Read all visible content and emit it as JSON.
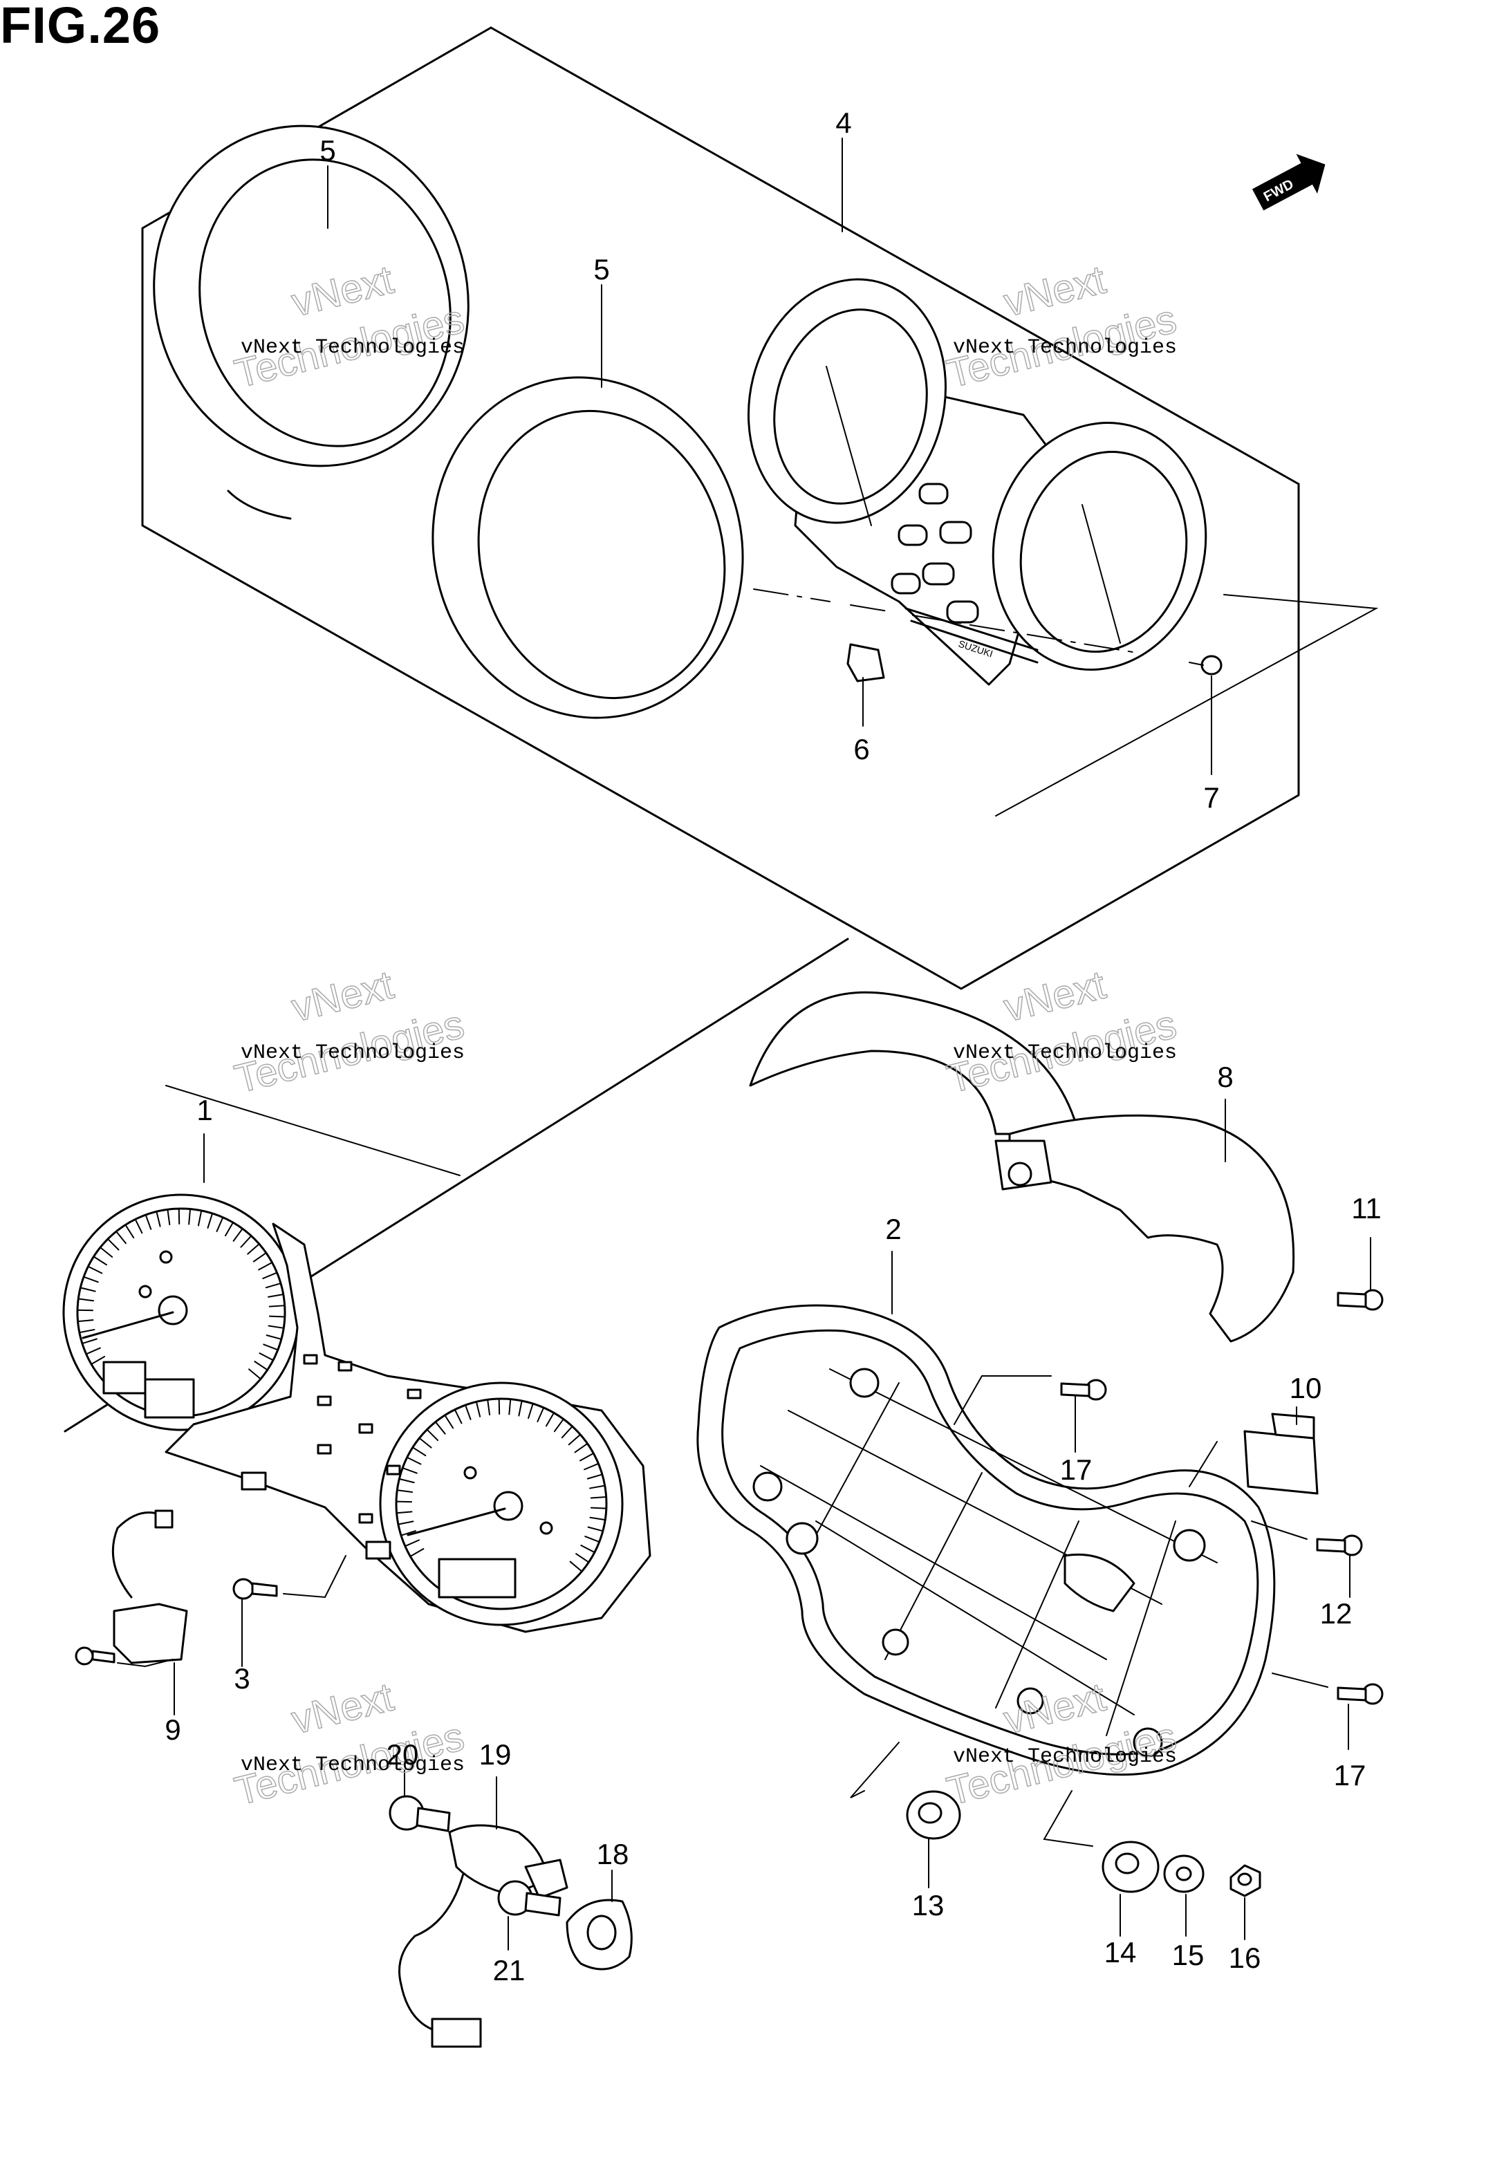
{
  "figure": {
    "title": "FIG.26",
    "direction_badge": "FWD",
    "watermark_name": "vNext Technologies",
    "watermark_big_line1": "vNext",
    "watermark_big_line2": "Technologies",
    "panel_label": "SUZUKI"
  },
  "callouts": [
    "1",
    "2",
    "3",
    "4",
    "5",
    "5",
    "6",
    "7",
    "8",
    "9",
    "10",
    "11",
    "12",
    "13",
    "14",
    "15",
    "16",
    "17",
    "17",
    "18",
    "19",
    "20",
    "21"
  ]
}
